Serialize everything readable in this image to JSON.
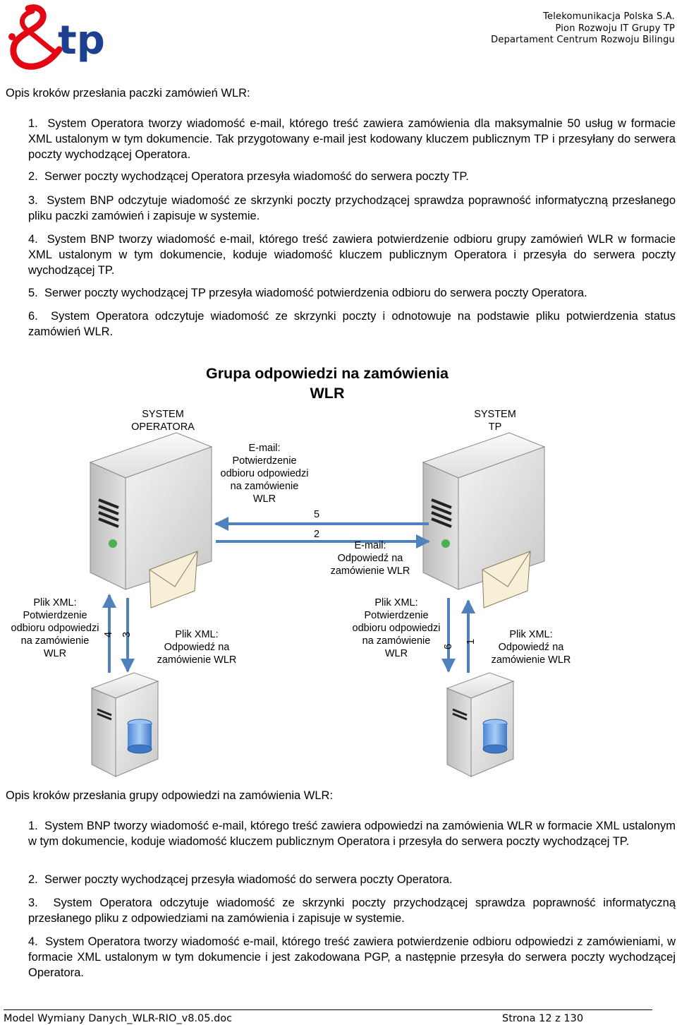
{
  "header": {
    "company_lines": [
      "Telekomunikacja Polska S.A.",
      "Pion Rozwoju IT Grupy TP",
      "Departament Centrum Rozwoju Bilingu"
    ]
  },
  "section1": {
    "title": "Opis kroków przesłania paczki zamówień WLR:",
    "items": [
      {
        "num": "1.",
        "text": "System Operatora tworzy wiadomość e-mail, którego treść zawiera zamówienia dla maksymalnie 50 usług w formacie XML ustalonym w tym dokumencie. Tak przygotowany e-mail jest kodowany kluczem publicznym TP i przesyłany do serwera poczty wychodzącej Operatora."
      },
      {
        "num": "2.",
        "text": "Serwer poczty wychodzącej Operatora przesyła wiadomość do serwera poczty TP."
      },
      {
        "num": "3.",
        "text": "System BNP odczytuje wiadomość ze skrzynki poczty przychodzącej sprawdza poprawność informatyczną przesłanego pliku paczki zamówień i zapisuje w systemie."
      },
      {
        "num": "4.",
        "text": "System BNP tworzy wiadomość e-mail, którego treść zawiera potwierdzenie odbioru grupy zamówień WLR w formacie XML ustalonym w tym dokumencie, koduje wiadomość kluczem publicznym Operatora i przesyła do serwera poczty wychodzącej TP."
      },
      {
        "num": "5.",
        "text": "Serwer poczty wychodzącej TP przesyła wiadomość potwierdzenia odbioru do serwera poczty Operatora."
      },
      {
        "num": "6.",
        "text": "System Operatora odczytuje wiadomość ze skrzynki poczty i odnotowuje na podstawie pliku potwierdzenia status zamówień WLR."
      }
    ]
  },
  "diagram": {
    "title_line1": "Grupa odpowiedzi na zamówienia",
    "title_line2": "WLR",
    "system_left": [
      "SYSTEM",
      "OPERATORA"
    ],
    "system_right": [
      "SYSTEM",
      "TP"
    ],
    "email_confirm": [
      "E-mail:",
      "Potwierdzenie",
      "odbioru odpowiedzi",
      "na zamówienie",
      "WLR"
    ],
    "email_response": [
      "E-mail:",
      "Odpowiedź na",
      "zamówienie WLR"
    ],
    "xml_confirm_left": [
      "Plik XML:",
      "Potwierdzenie",
      "odbioru odpowiedzi",
      "na zamówienie",
      "WLR"
    ],
    "xml_response_left": [
      "Plik XML:",
      "Odpowiedź na",
      "zamówienie WLR"
    ],
    "xml_confirm_right": [
      "Plik XML:",
      "Potwierdzenie",
      "odbioru odpowiedzi",
      "na zamówienie",
      "WLR"
    ],
    "xml_response_right": [
      "Plik XML:",
      "Odpowiedź na",
      "zamówienie WLR"
    ],
    "step_5": "5",
    "step_2": "2",
    "step_4": "4",
    "step_3": "3",
    "step_6": "6",
    "step_1": "1",
    "arrow_color": "#4f81bd"
  },
  "section2": {
    "title": "Opis kroków przesłania grupy odpowiedzi na zamówienia WLR:",
    "items": [
      {
        "num": "1.",
        "text": "System BNP tworzy wiadomość e-mail, którego treść zawiera odpowiedzi na zamówienia WLR w formacie XML ustalonym w tym dokumencie, koduje wiadomość kluczem publicznym Operatora i przesyła do serwera poczty wychodzącej TP."
      },
      {
        "num": "2.",
        "text": "Serwer poczty wychodzącej przesyła wiadomość do serwera poczty Operatora."
      },
      {
        "num": "3.",
        "text": "System Operatora odczytuje wiadomość ze skrzynki poczty przychodzącej sprawdza poprawność informatyczną przesłanego pliku z odpowiedziami na zamówienia i zapisuje w systemie."
      },
      {
        "num": "4.",
        "text": "System Operatora tworzy wiadomość e-mail, którego treść zawiera potwierdzenie odbioru odpowiedzi z zamówieniami, w formacie XML ustalonym w tym dokumencie i jest zakodowana PGP, a następnie przesyła do serwera poczty wychodzącej Operatora."
      }
    ]
  },
  "footer": {
    "doc_name": "Model Wymiany Danych_WLR-RIO_v8.05.doc",
    "page": "Strona 12 z 130"
  },
  "colors": {
    "logo_red": "#e30613",
    "logo_blue": "#1d3f8f"
  }
}
